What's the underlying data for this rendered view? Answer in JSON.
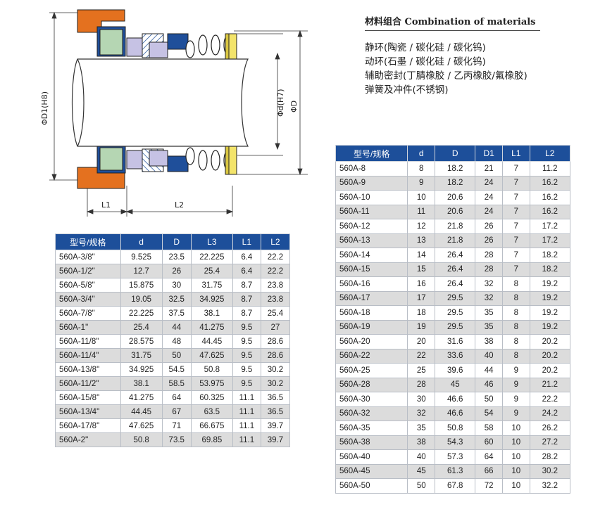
{
  "diagram_labels": {
    "d1": "ΦD1(H8)",
    "d": "Φd(H7)",
    "D": "ΦD",
    "l1": "L1",
    "l2": "L2"
  },
  "materials": {
    "title": "材料组合 Combination of materials",
    "lines": [
      "静环(陶瓷 / 碳化硅 / 碳化钨)",
      "动环(石墨 / 碳化硅 / 碳化钨)",
      "辅助密封(丁腈橡胶 / 乙丙橡胶/氟橡胶)",
      "弹簧及冲件(不锈钢)"
    ]
  },
  "inch_table": {
    "headers": [
      "型号/规格",
      "d",
      "D",
      "L3",
      "L1",
      "L2"
    ],
    "rows": [
      [
        "560A-3/8\"",
        "9.525",
        "23.5",
        "22.225",
        "6.4",
        "22.2"
      ],
      [
        "560A-1/2\"",
        "12.7",
        "26",
        "25.4",
        "6.4",
        "22.2"
      ],
      [
        "560A-5/8\"",
        "15.875",
        "30",
        "31.75",
        "8.7",
        "23.8"
      ],
      [
        "560A-3/4\"",
        "19.05",
        "32.5",
        "34.925",
        "8.7",
        "23.8"
      ],
      [
        "560A-7/8\"",
        "22.225",
        "37.5",
        "38.1",
        "8.7",
        "25.4"
      ],
      [
        "560A-1\"",
        "25.4",
        "44",
        "41.275",
        "9.5",
        "27"
      ],
      [
        "560A-11/8\"",
        "28.575",
        "48",
        "44.45",
        "9.5",
        "28.6"
      ],
      [
        "560A-11/4\"",
        "31.75",
        "50",
        "47.625",
        "9.5",
        "28.6"
      ],
      [
        "560A-13/8\"",
        "34.925",
        "54.5",
        "50.8",
        "9.5",
        "30.2"
      ],
      [
        "560A-11/2\"",
        "38.1",
        "58.5",
        "53.975",
        "9.5",
        "30.2"
      ],
      [
        "560A-15/8\"",
        "41.275",
        "64",
        "60.325",
        "11.1",
        "36.5"
      ],
      [
        "560A-13/4\"",
        "44.45",
        "67",
        "63.5",
        "11.1",
        "36.5"
      ],
      [
        "560A-17/8\"",
        "47.625",
        "71",
        "66.675",
        "11.1",
        "39.7"
      ],
      [
        "560A-2\"",
        "50.8",
        "73.5",
        "69.85",
        "11.1",
        "39.7"
      ]
    ]
  },
  "metric_table": {
    "headers": [
      "型号/规格",
      "d",
      "D",
      "D1",
      "L1",
      "L2"
    ],
    "rows": [
      [
        "560A-8",
        "8",
        "18.2",
        "21",
        "7",
        "11.2"
      ],
      [
        "560A-9",
        "9",
        "18.2",
        "24",
        "7",
        "16.2"
      ],
      [
        "560A-10",
        "10",
        "20.6",
        "24",
        "7",
        "16.2"
      ],
      [
        "560A-11",
        "11",
        "20.6",
        "24",
        "7",
        "16.2"
      ],
      [
        "560A-12",
        "12",
        "21.8",
        "26",
        "7",
        "17.2"
      ],
      [
        "560A-13",
        "13",
        "21.8",
        "26",
        "7",
        "17.2"
      ],
      [
        "560A-14",
        "14",
        "26.4",
        "28",
        "7",
        "18.2"
      ],
      [
        "560A-15",
        "15",
        "26.4",
        "28",
        "7",
        "18.2"
      ],
      [
        "560A-16",
        "16",
        "26.4",
        "32",
        "8",
        "19.2"
      ],
      [
        "560A-17",
        "17",
        "29.5",
        "32",
        "8",
        "19.2"
      ],
      [
        "560A-18",
        "18",
        "29.5",
        "35",
        "8",
        "19.2"
      ],
      [
        "560A-19",
        "19",
        "29.5",
        "35",
        "8",
        "19.2"
      ],
      [
        "560A-20",
        "20",
        "31.6",
        "38",
        "8",
        "20.2"
      ],
      [
        "560A-22",
        "22",
        "33.6",
        "40",
        "8",
        "20.2"
      ],
      [
        "560A-25",
        "25",
        "39.6",
        "44",
        "9",
        "20.2"
      ],
      [
        "560A-28",
        "28",
        "45",
        "46",
        "9",
        "21.2"
      ],
      [
        "560A-30",
        "30",
        "46.6",
        "50",
        "9",
        "22.2"
      ],
      [
        "560A-32",
        "32",
        "46.6",
        "54",
        "9",
        "24.2"
      ],
      [
        "560A-35",
        "35",
        "50.8",
        "58",
        "10",
        "26.2"
      ],
      [
        "560A-38",
        "38",
        "54.3",
        "60",
        "10",
        "27.2"
      ],
      [
        "560A-40",
        "40",
        "57.3",
        "64",
        "10",
        "28.2"
      ],
      [
        "560A-45",
        "45",
        "61.3",
        "66",
        "10",
        "30.2"
      ],
      [
        "560A-50",
        "50",
        "67.8",
        "72",
        "10",
        "32.2"
      ]
    ]
  },
  "colors": {
    "header_bg": "#1d4f9a",
    "alt_row": "#dcdcdc",
    "housing_orange": "#e4711f",
    "seat_green": "#b5d6b3",
    "ring_blue": "#1f4f9a",
    "elastomer_purple": "#c6c2e4",
    "gland_yellow": "#f3e46a"
  }
}
